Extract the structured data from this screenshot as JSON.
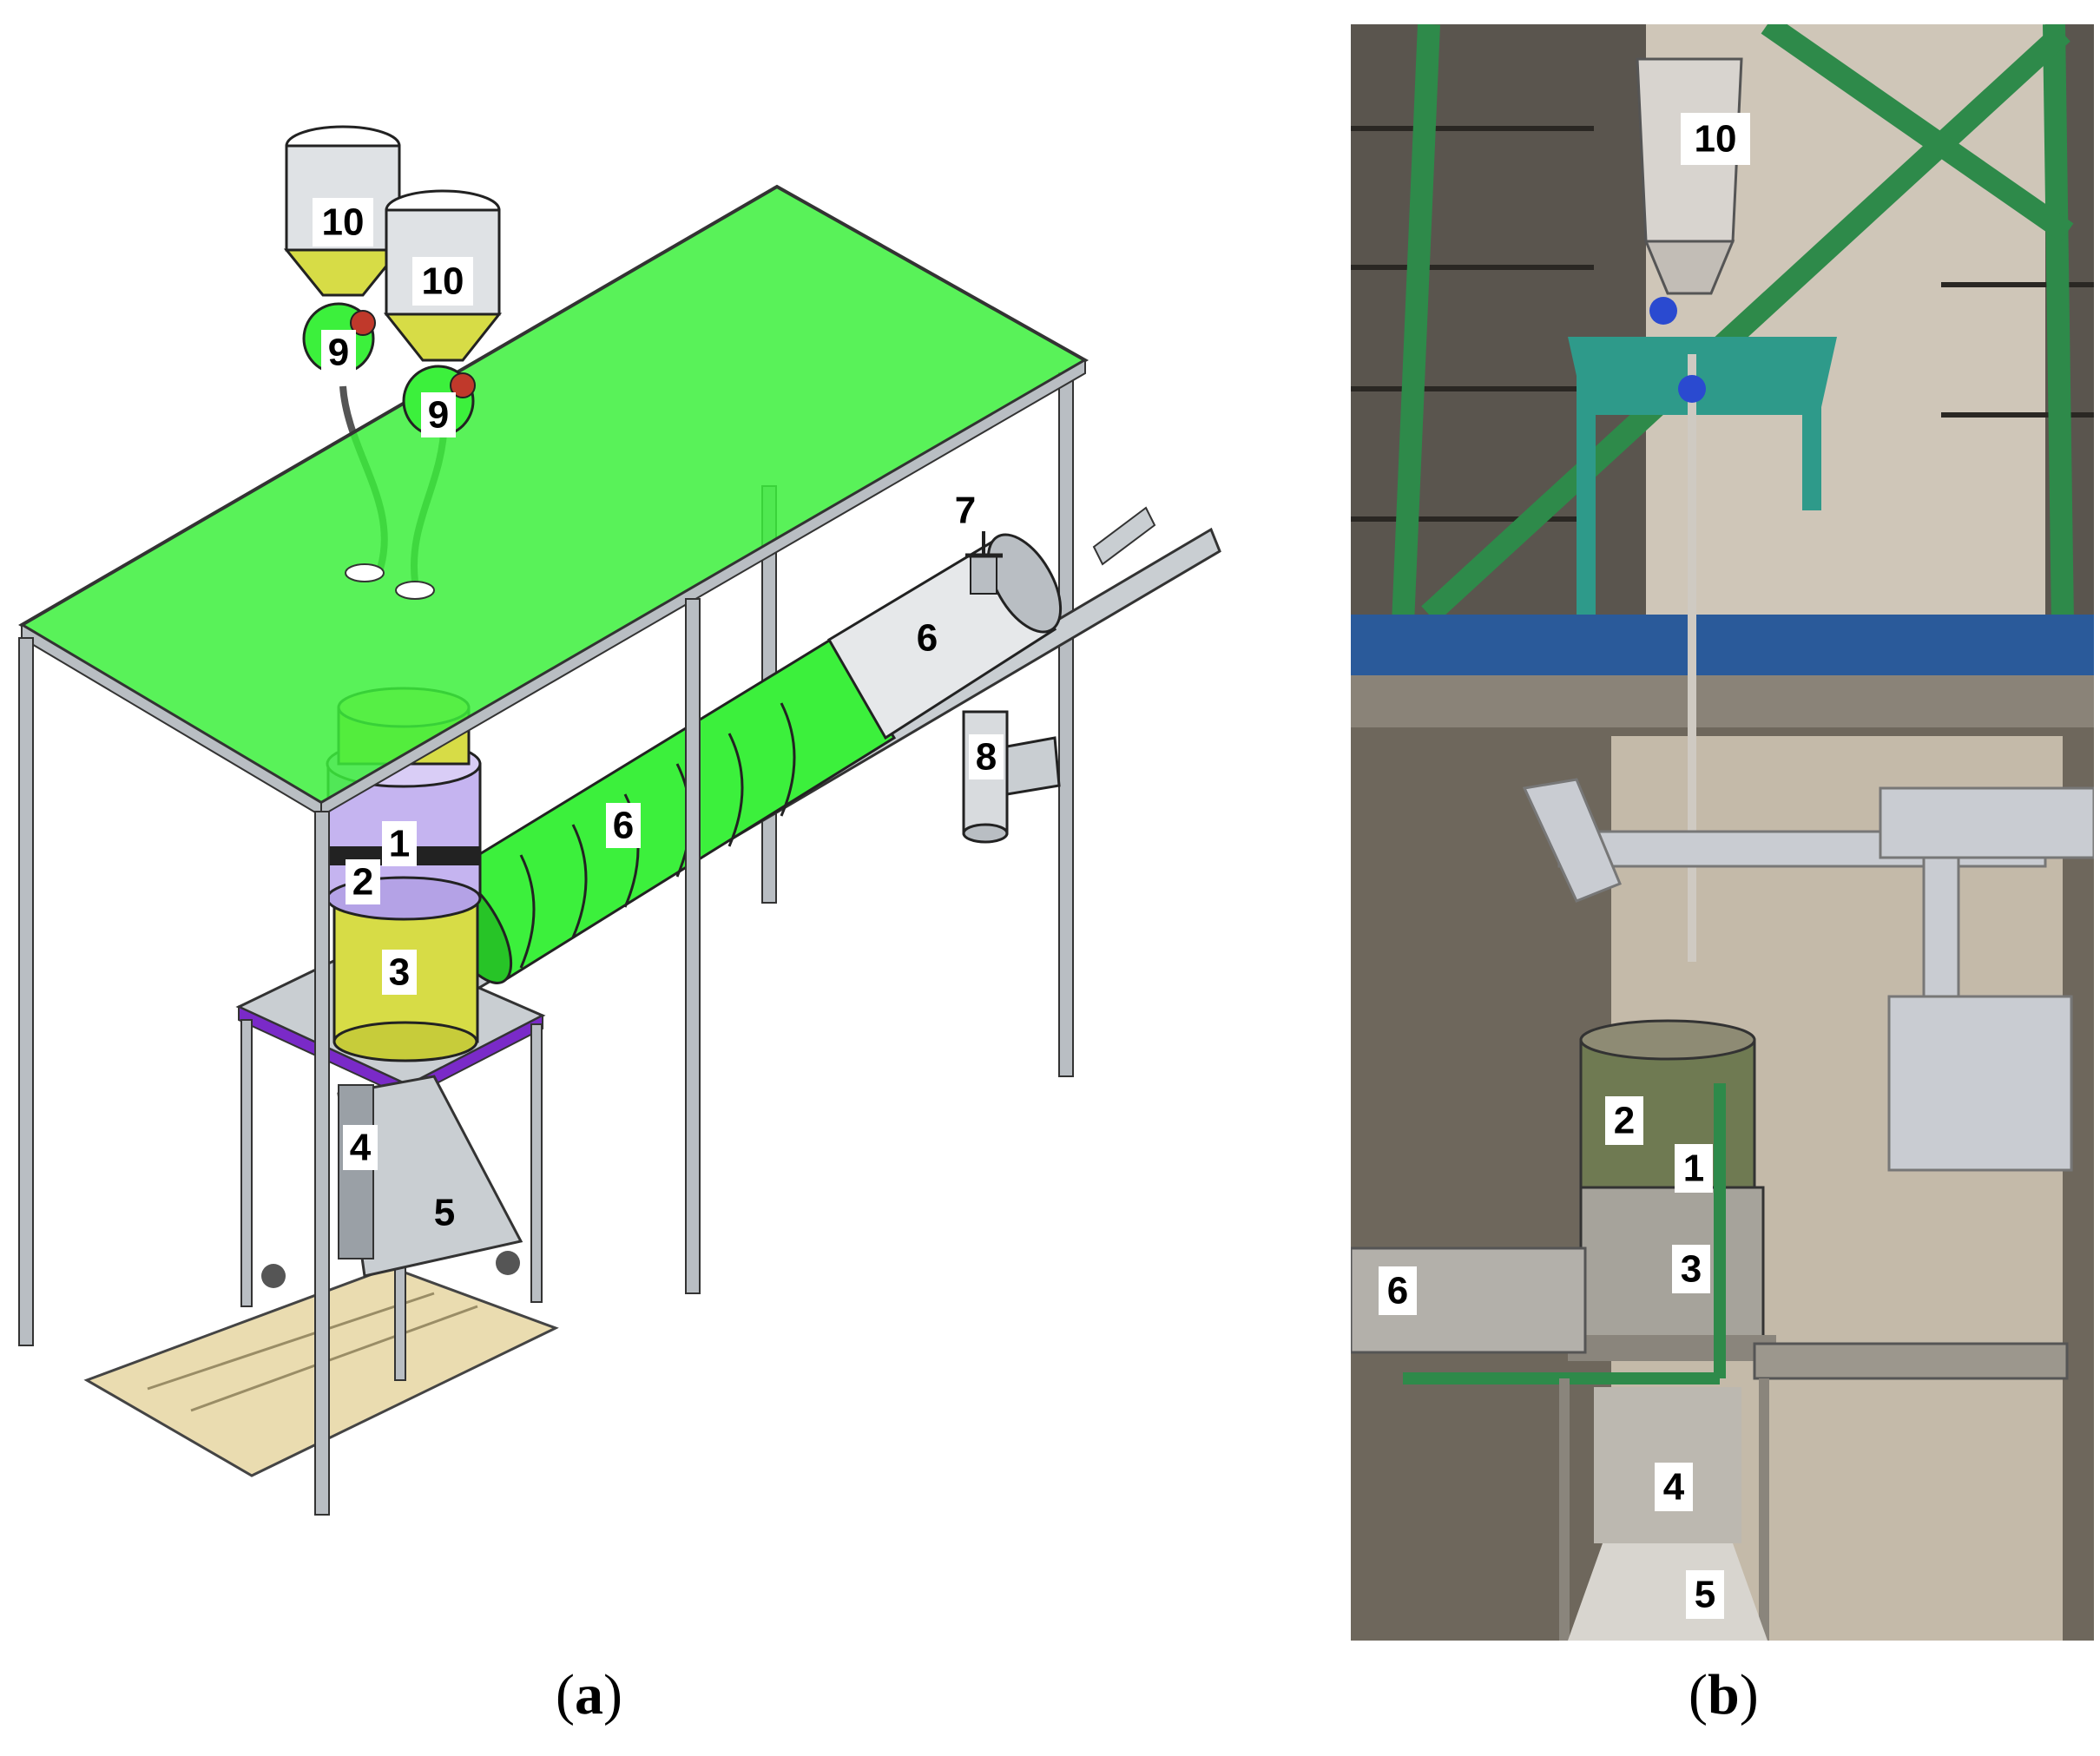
{
  "panel_a": {
    "caption_letter": "a",
    "labels": {
      "l1": "1",
      "l2": "2",
      "l3": "3",
      "l4": "4",
      "l5": "5",
      "l6a": "6",
      "l6b": "6",
      "l7": "7",
      "l8": "8",
      "l9a": "9",
      "l9b": "9",
      "l10a": "10",
      "l10b": "10"
    }
  },
  "panel_b": {
    "caption_letter": "b",
    "labels": {
      "l10": "10",
      "l2": "2",
      "l1": "1",
      "l3": "3",
      "l6": "6",
      "l4": "4",
      "l5": "5"
    }
  },
  "colors": {
    "frame_green": "#27d027",
    "roof_green": "#3cf03c",
    "steel": "#b9bec3",
    "reactor_lavender": "#c5b4f0",
    "chamber_olive": "#d7dc46",
    "base_sand": "#eadcb0",
    "platform_purple": "#7a2ac8",
    "photo_wall": "#d6cdc0",
    "photo_frame_green": "#2e8a4a",
    "photo_frame_blue": "#2a5a9a"
  }
}
